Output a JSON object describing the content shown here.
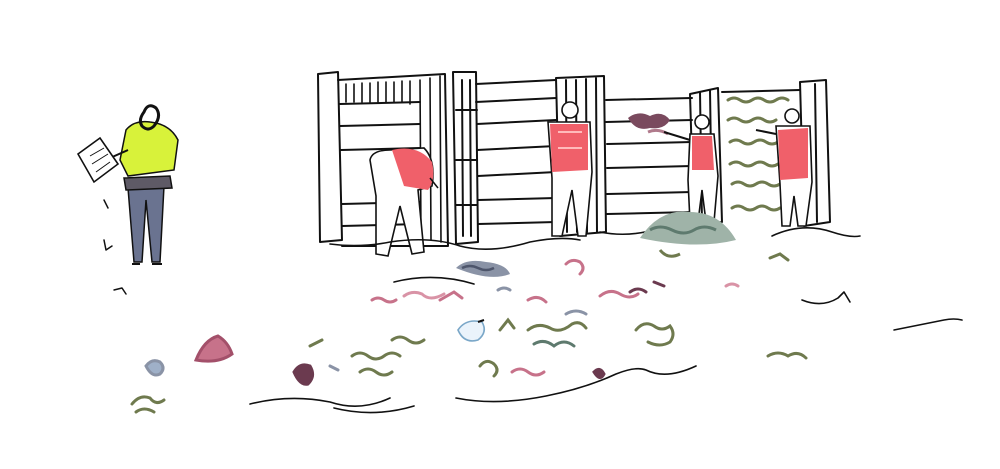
{
  "scene": {
    "kind": "sketch-illustration",
    "palette": {
      "ink": "#111111",
      "vest_red": "#f0606a",
      "hivis_yellow": "#d8f23a",
      "trousers_blue": "#6a7390",
      "waste_green": "#6f7a4e",
      "waste_pink": "#c7728a",
      "waste_plum": "#6b3a4f",
      "waste_grey": "#8a93a6",
      "waste_teal": "#9fb3a8"
    },
    "figures": [
      {
        "role": "worker-with-clipboard",
        "vest": "hi-vis-yellow"
      },
      {
        "role": "worker-bending",
        "vest": "red"
      },
      {
        "role": "worker-standing-back",
        "vest": "red"
      },
      {
        "role": "worker-pointing",
        "vest": "red"
      },
      {
        "role": "worker-at-green-bay",
        "vest": "red"
      }
    ]
  }
}
